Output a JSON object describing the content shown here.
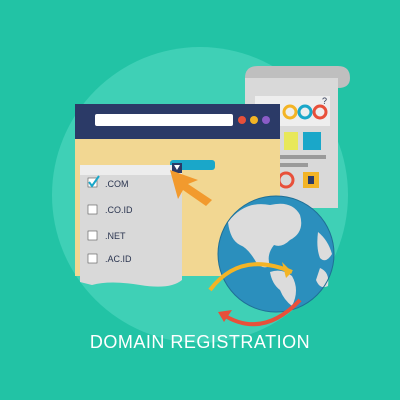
{
  "caption": "DOMAIN REGISTRATION",
  "domain_options": [
    {
      "label": ".COM",
      "checked": true
    },
    {
      "label": ".CO.ID",
      "checked": false
    },
    {
      "label": ".NET",
      "checked": false
    },
    {
      "label": ".AC.ID",
      "checked": false
    }
  ],
  "side_panel": {
    "glyph": "?"
  },
  "colors": {
    "background": "#22c3a5",
    "circle": "#3fd0b6",
    "browser_bar": "#2b3a67",
    "browser_body": "#f2d792",
    "dropdown_panel": "#d9d9d9",
    "checkmark": "#1aa7c9",
    "globe_ocean": "#2b8fbd",
    "globe_land": "#dcdcdc",
    "arrow_yellow": "#f3b425",
    "arrow_red": "#e8503a",
    "cursor": "#f29a2e"
  }
}
